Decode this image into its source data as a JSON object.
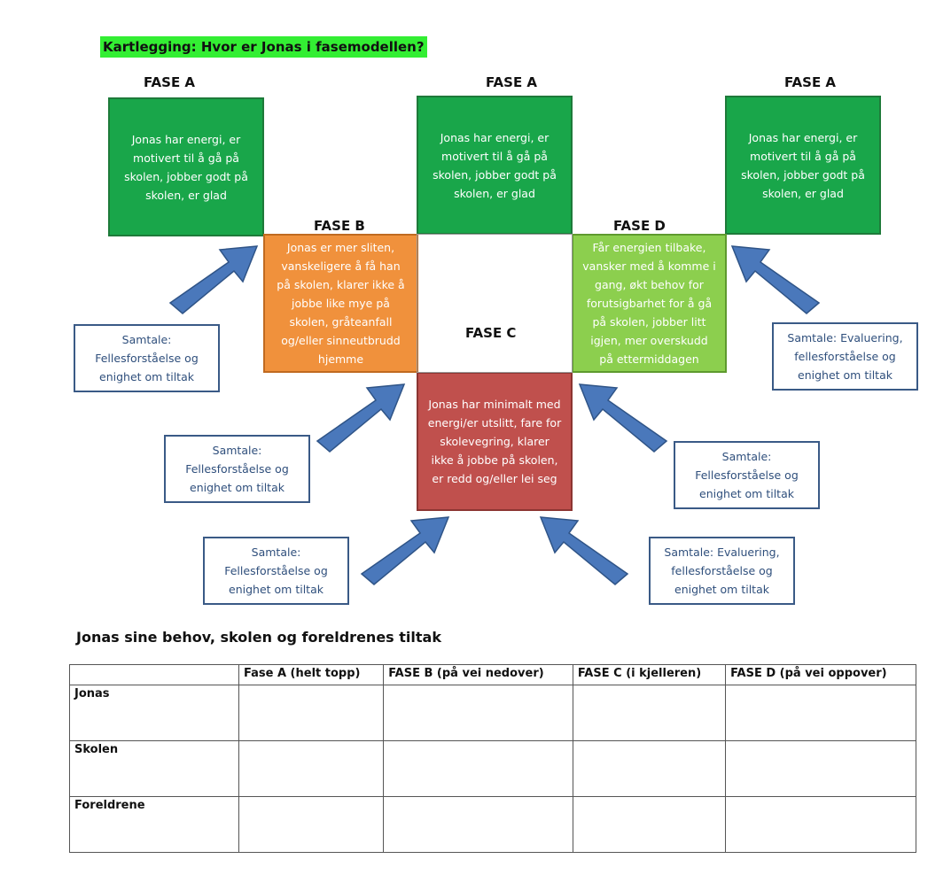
{
  "title": "Kartlegging: Hvor er Jonas i fasemodellen?",
  "colors": {
    "title_highlight": "#33ee33",
    "fase_a": "#19a64a",
    "fase_b": "#f0913c",
    "fase_c": "#c0504d",
    "fase_d": "#8ccf4e",
    "arrow": "#4a78bb",
    "samtale_border": "#3a5a86"
  },
  "phases": {
    "a_left": {
      "label": "FASE A",
      "text": "Jonas har energi, er motivert til å gå på skolen, jobber godt på skolen, er glad"
    },
    "a_mid": {
      "label": "FASE A",
      "text": "Jonas har energi, er motivert til å gå på skolen, jobber godt på skolen, er glad"
    },
    "a_right": {
      "label": "FASE A",
      "text": "Jonas har energi, er motivert til å gå på skolen, jobber godt på skolen, er glad"
    },
    "b": {
      "label": "FASE B",
      "text": "Jonas er mer sliten, vanskeligere å få han på skolen, klarer ikke å jobbe like mye på skolen, gråteanfall og/eller sinneutbrudd hjemme"
    },
    "c": {
      "label": "FASE C",
      "text": "Jonas har minimalt med energi/er utslitt, fare for skolevegring, klarer ikke å jobbe på skolen, er redd og/eller lei seg"
    },
    "d": {
      "label": "FASE D",
      "text": "Får energien tilbake, vansker med å komme i gang, økt behov for forutsigbarhet for å gå på skolen, jobber litt igjen, mer overskudd på ettermiddagen"
    }
  },
  "samtaler": {
    "left_top": "Samtale: Fellesforståelse og enighet om tiltak",
    "left_mid": "Samtale: Fellesforståelse og enighet om tiltak",
    "left_bottom": "Samtale: Fellesforståelse og enighet om tiltak",
    "right_top": "Samtale: Evaluering, fellesforståelse og enighet om tiltak",
    "right_mid": "Samtale: Fellesforståelse og enighet om tiltak",
    "right_bottom": "Samtale: Evaluering, fellesforståelse og enighet om tiltak"
  },
  "table": {
    "title": "Jonas sine behov, skolen og foreldrenes tiltak",
    "headers": [
      "",
      "Fase A (helt topp)",
      "FASE B (på vei nedover)",
      "FASE C (i kjelleren)",
      "FASE D (på vei oppover)"
    ],
    "rows": [
      "Jonas",
      "Skolen",
      "Foreldrene"
    ]
  }
}
